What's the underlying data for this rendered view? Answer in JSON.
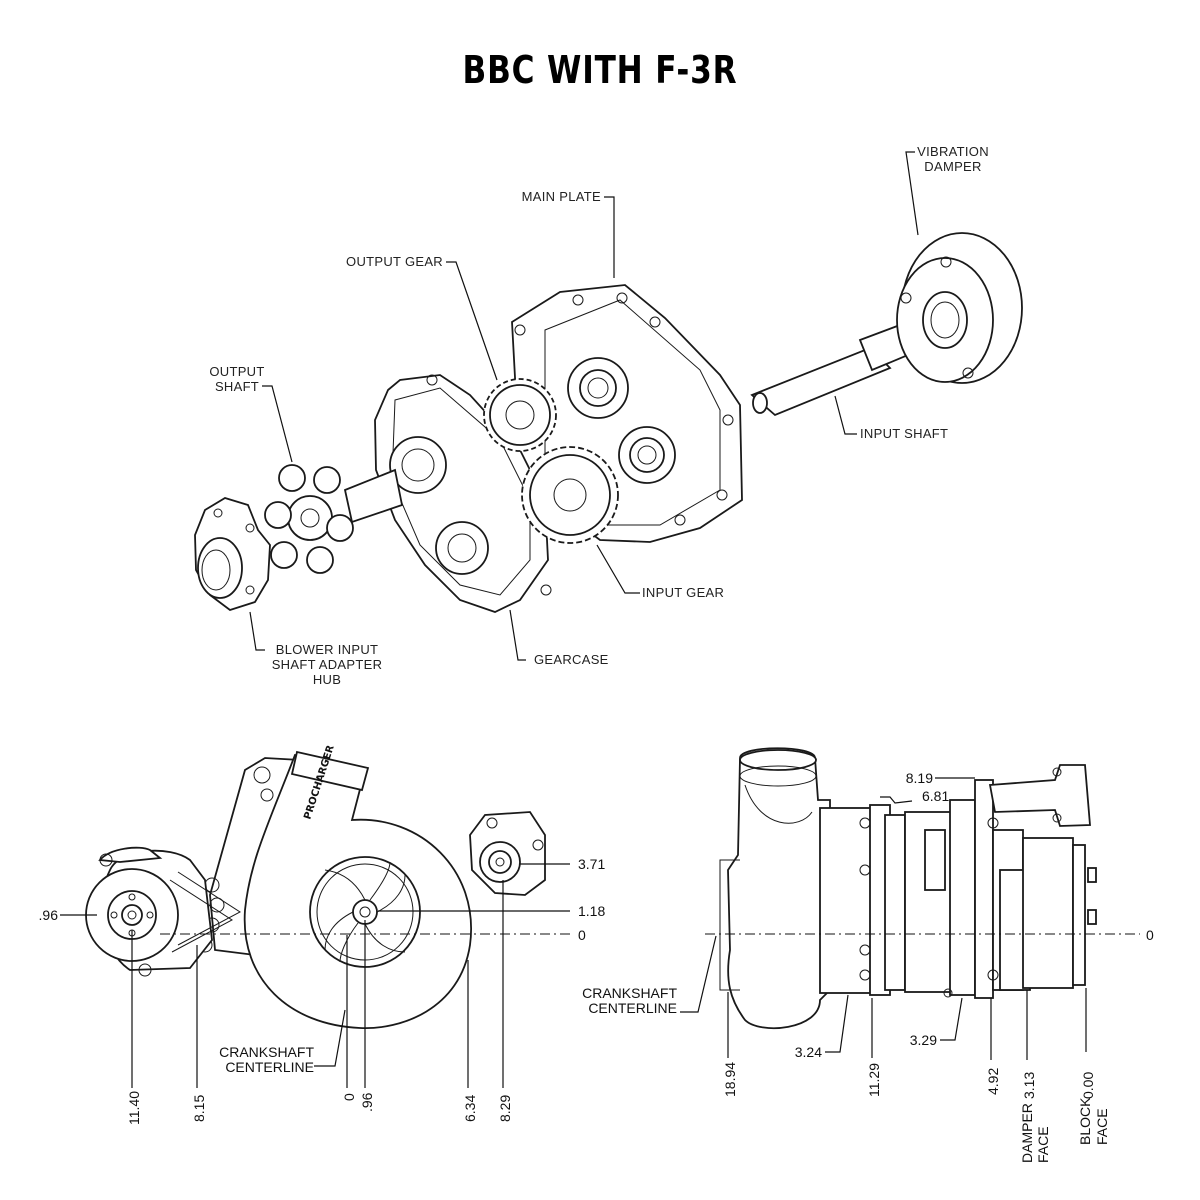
{
  "title": "BBC WITH F-3R",
  "exploded_view": {
    "labels": {
      "vibration_damper_1": "VIBRATION",
      "vibration_damper_2": "DAMPER",
      "main_plate": "MAIN PLATE",
      "output_gear": "OUTPUT GEAR",
      "output_shaft_1": "OUTPUT",
      "output_shaft_2": "SHAFT",
      "input_shaft": "INPUT SHAFT",
      "input_gear": "INPUT GEAR",
      "gearcase": "GEARCASE",
      "blower_hub_1": "BLOWER INPUT",
      "blower_hub_2": "SHAFT ADAPTER",
      "blower_hub_3": "HUB"
    },
    "brand": "PROCHARGER"
  },
  "front_view": {
    "dims": {
      "left_96": ".96",
      "d_371": "3.71",
      "d_118": "1.18",
      "d_0": "0",
      "b_1140": "11.40",
      "b_815": "8.15",
      "b_0": "0",
      "b_96": ".96",
      "b_634": "6.34",
      "b_829": "8.29"
    },
    "crank_1": "CRANKSHAFT",
    "crank_2": "CENTERLINE"
  },
  "side_view": {
    "dims": {
      "d_819": "8.19",
      "d_681": "6.81",
      "d_0": "0",
      "d_324": "3.24",
      "d_329": "3.29",
      "b_1894": "18.94",
      "b_1129": "11.29",
      "b_492": "4.92",
      "b_313": "3.13",
      "b_000": "0.00"
    },
    "crank_1": "CRANKSHAFT",
    "crank_2": "CENTERLINE",
    "damper_1": "DAMPER",
    "damper_2": "FACE",
    "block_1": "BLOCK",
    "block_2": "FACE"
  }
}
